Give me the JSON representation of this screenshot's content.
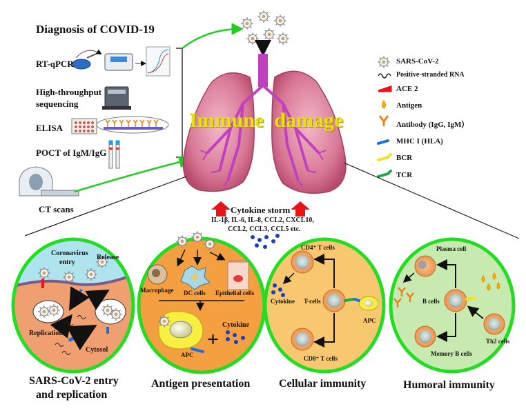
{
  "diagnosis": {
    "title": "Diagnosis of COVID-19",
    "methods": [
      "RT-qPCR",
      "High-throughput",
      "sequencing",
      "ELISA",
      "POCT of IgM/IgG"
    ],
    "ct_label": "CT scans"
  },
  "lung": {
    "banner": "Immune  damage",
    "storm_title": "Cytokine storm",
    "storm_line1": "IL-1β, IL-6, IL-8, CCL2, CXCL10,",
    "storm_line2": "CCL2, CCL3, CCL5 etc."
  },
  "legend": [
    {
      "label": "SARS-CoV-2",
      "icon": "virus-icon",
      "color": "#8a8a8a"
    },
    {
      "label": "Positive-stranded RNA",
      "icon": "rna-icon",
      "color": "#222222"
    },
    {
      "label": "ACE 2",
      "icon": "ace2-icon",
      "color": "#e8141a"
    },
    {
      "label": "Antigen",
      "icon": "antigen-icon",
      "color": "#f5b400"
    },
    {
      "label": "Antibody (IgG, IgM）",
      "icon": "antibody-icon",
      "color": "#e8821a"
    },
    {
      "label": "MHC I (HLA)",
      "icon": "mhc-icon",
      "color": "#1a6fe0"
    },
    {
      "label": "BCR",
      "icon": "bcr-icon",
      "color": "#f2e21a"
    },
    {
      "label": "TCR",
      "icon": "tcr-icon",
      "color": "#1aa84a"
    }
  ],
  "panels": {
    "entry": {
      "caption1": "SARS-CoV-2 entry",
      "caption2": "and replication",
      "coronavirus": "Coronavirus",
      "entry": "entry",
      "release": "Release",
      "replication": "Replication",
      "cytosol": "Cytosol"
    },
    "antigen": {
      "caption": "Antigen presentation",
      "macrophage": "Macrophage",
      "dc": "DC cells",
      "epithelial": "Epithelial cells",
      "cytokine": "Cytokine",
      "apc": "APC"
    },
    "cellular": {
      "caption": "Cellular immunity",
      "cd4": "CD4⁺ T cells",
      "cd8": "CD8⁺ T cells",
      "tcells": "T-cells",
      "cytokine": "Cytokine",
      "apc": "APC"
    },
    "humoral": {
      "caption": "Humoral immunity",
      "plasma": "Plasma cell",
      "bcells": "B cells",
      "memory": "Memory B cells",
      "th2": "Th2 cells"
    }
  },
  "colors": {
    "panel_border": "#22dd22",
    "entry_bg": "#f0a070",
    "entry_top": "#aee4ee",
    "antigen_bg": "#f5a040",
    "cellular_bg": "#f7c870",
    "humoral_bg": "#c8eab0",
    "lung": "#d0607c",
    "trachea": "#c040c0",
    "banner": "#e8e010",
    "arrow_red": "#e8141a",
    "arrow_green": "#22cc22"
  }
}
